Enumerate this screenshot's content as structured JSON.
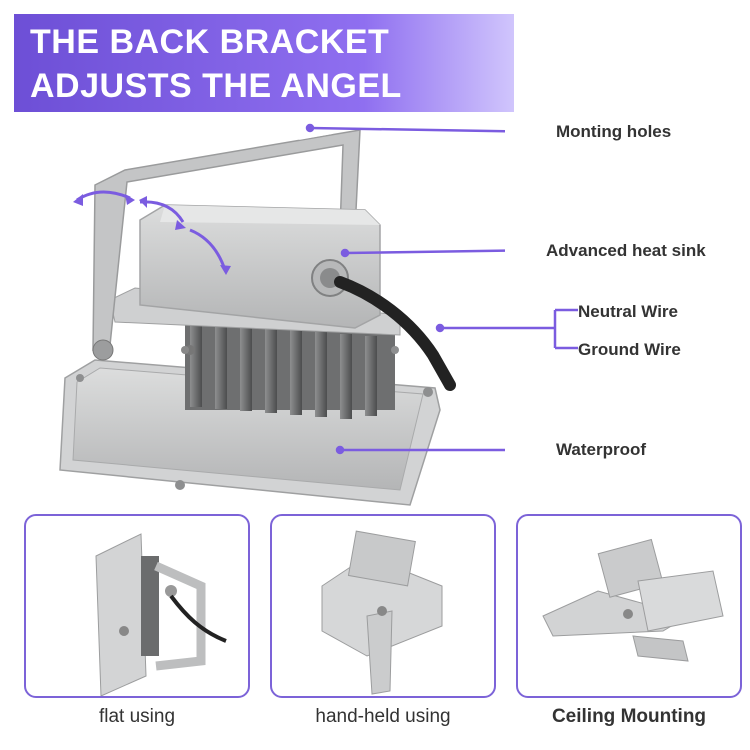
{
  "banner": {
    "line1": "THE BACK BRACKET",
    "line2": "ADJUSTS THE ANGEL",
    "color": "#7b5ce0"
  },
  "callouts": {
    "mounting_holes": "Monting holes",
    "heat_sink": "Advanced heat sink",
    "neutral_wire": "Neutral Wire",
    "ground_wire": "Ground Wire",
    "waterproof": "Waterproof"
  },
  "usages": [
    {
      "caption": "flat using"
    },
    {
      "caption": "hand-held using"
    },
    {
      "caption": "Ceiling Mounting"
    }
  ],
  "colors": {
    "accent": "#7b5ce0",
    "housing": "#c9cacb",
    "text": "#333333"
  }
}
